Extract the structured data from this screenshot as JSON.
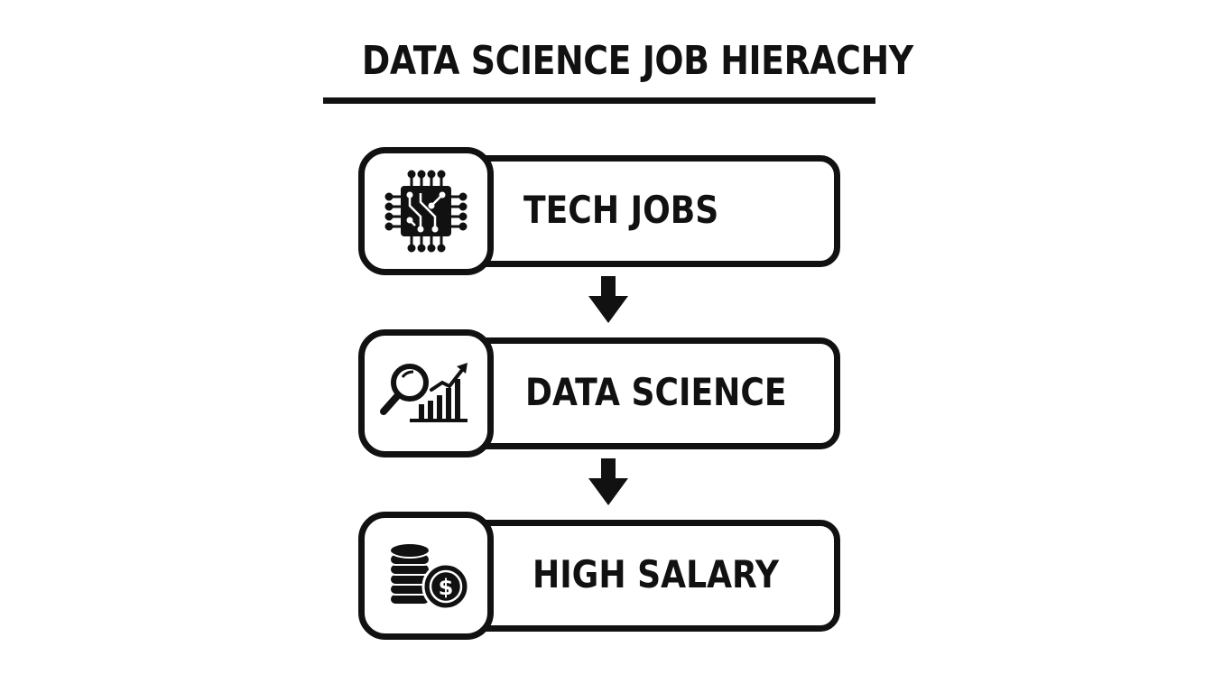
{
  "title": "DATA SCIENCE JOB HIERACHY",
  "steps": [
    {
      "label": "TECH JOBS",
      "icon": "microchip-icon"
    },
    {
      "label": "DATA SCIENCE",
      "icon": "magnifier-chart-icon"
    },
    {
      "label": "HIGH SALARY",
      "icon": "coins-dollar-icon"
    }
  ],
  "colors": {
    "ink": "#111111",
    "background": "#ffffff"
  }
}
